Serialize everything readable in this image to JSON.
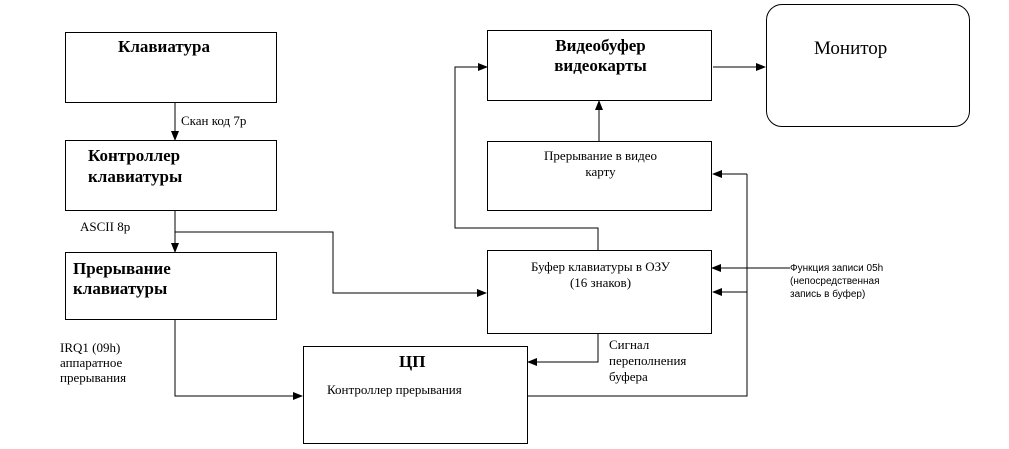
{
  "blocks": {
    "keyboard": "Клавиатура",
    "keyboard_controller_l1": "Контроллер",
    "keyboard_controller_l2": "клавиатуры",
    "keyboard_interrupt_l1": "Прерывание",
    "keyboard_interrupt_l2": "клавиатуры",
    "cpu_title": "ЦП",
    "cpu_interrupt_controller": "Контроллер прерывания",
    "keyboard_buffer_l1": "Буфер клавиатуры в ОЗУ",
    "keyboard_buffer_l2": "(16 знаков)",
    "video_interrupt_l1": "Прерывание в видео",
    "video_interrupt_l2": "карту",
    "video_buffer_l1": "Видеобуфер",
    "video_buffer_l2": "видеокарты",
    "monitor": "Монитор"
  },
  "labels": {
    "scan_code": "Скан код 7р",
    "ascii": "ASCII 8p",
    "irq_l1": "IRQ1 (09h)",
    "irq_l2": "аппаратное",
    "irq_l3": "прерывания",
    "overflow_l1": "Сигнал",
    "overflow_l2": "переполнения",
    "overflow_l3": "буфера",
    "write_func_l1": "Функция записи 05h",
    "write_func_l2": "(непосредственная",
    "write_func_l3": "запись в буфер)"
  }
}
